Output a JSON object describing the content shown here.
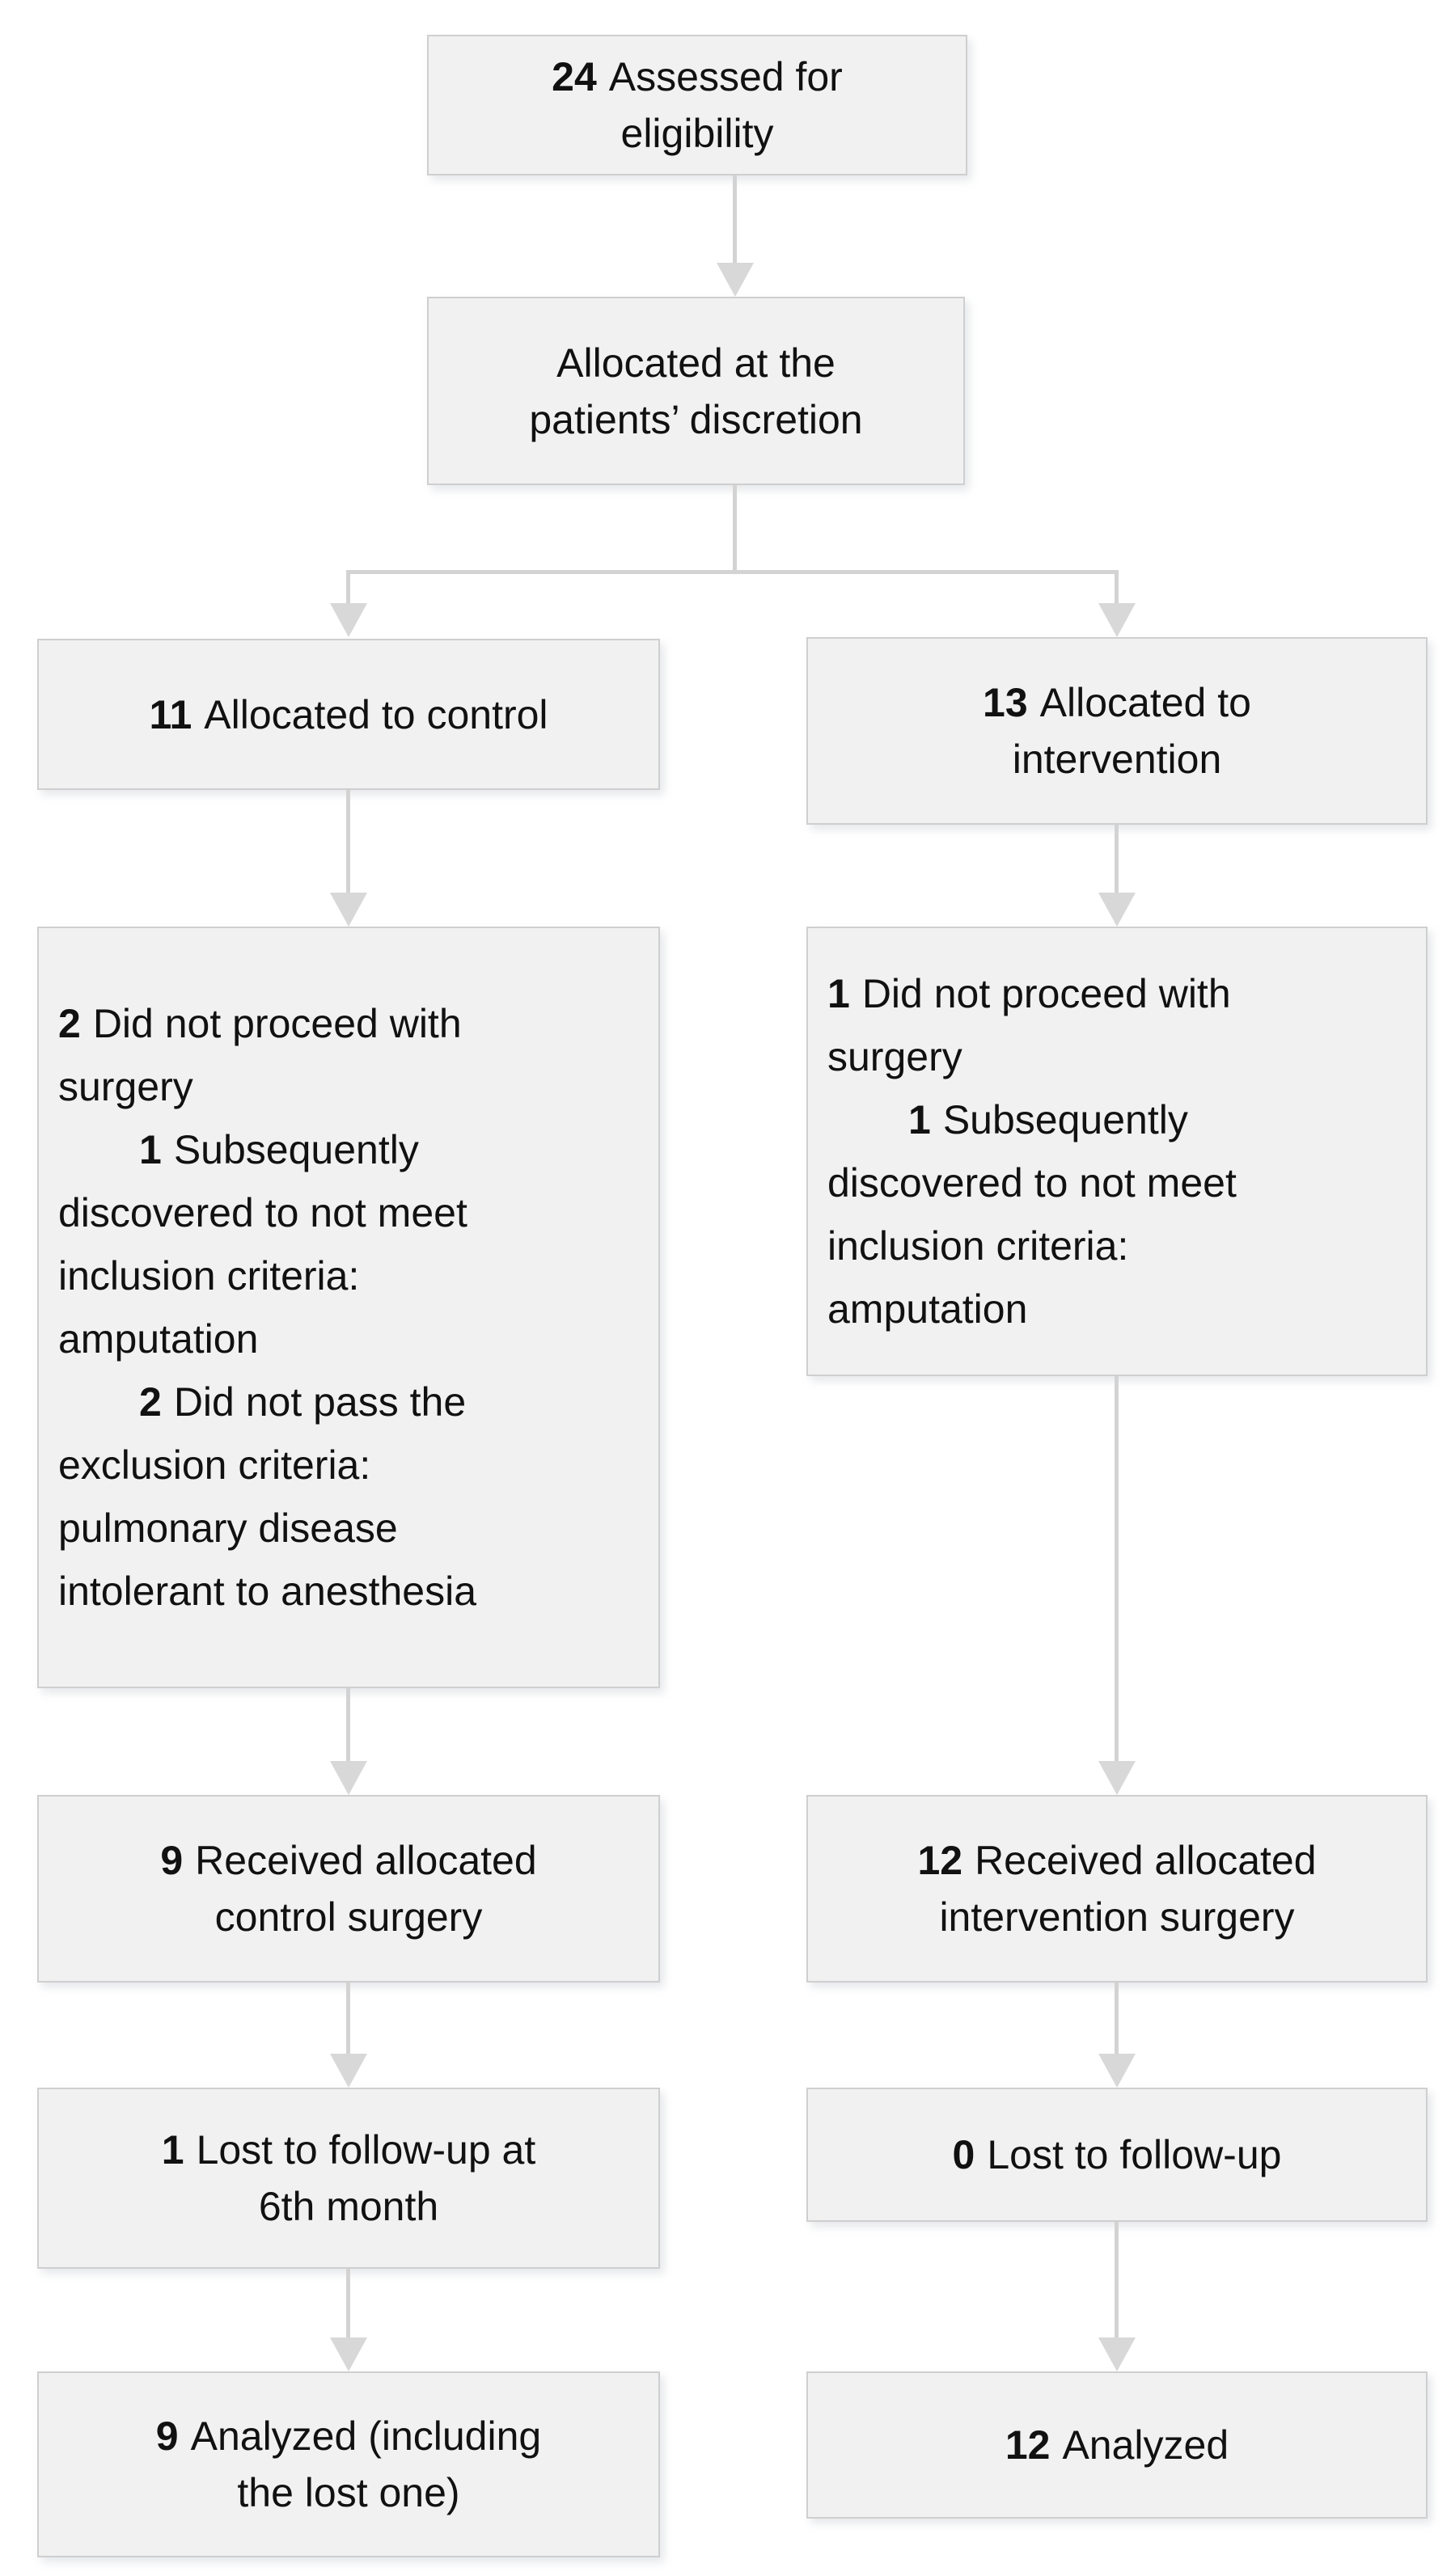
{
  "diagram": {
    "type": "consort-patient-flow",
    "colors": {
      "background": "#ffffff",
      "box_fill": "#f1f1f1",
      "box_border": "#cfcfcf",
      "arrow": "#d3d3d3",
      "arrowhead": "#d8d8d8",
      "text": "#111111"
    },
    "boxes": {
      "assessed": {
        "lines": [
          {
            "b": "24",
            "t": "Assessed for"
          },
          {
            "t": "eligibility"
          }
        ]
      },
      "discretion": {
        "lines": [
          {
            "t": "Allocated at the"
          },
          {
            "t": "patients’ discretion"
          }
        ]
      },
      "alloc_control": {
        "lines": [
          {
            "b": "11",
            "t": "Allocated to control"
          }
        ]
      },
      "alloc_intervention": {
        "lines": [
          {
            "b": "13",
            "t": "Allocated to"
          },
          {
            "t": "intervention"
          }
        ]
      },
      "excl_control": {
        "lines": [
          {
            "b": "2",
            "t": "Did not proceed with"
          },
          {
            "t": "surgery"
          },
          {
            "b": "1",
            "t": "Subsequently",
            "indent": true
          },
          {
            "t": "discovered to not meet"
          },
          {
            "t": "inclusion criteria:"
          },
          {
            "t": "amputation"
          },
          {
            "b": "2",
            "t": "Did not pass the",
            "indent": true
          },
          {
            "t": "exclusion criteria:"
          },
          {
            "t": "pulmonary disease"
          },
          {
            "t": "intolerant to anesthesia"
          }
        ]
      },
      "excl_intervention": {
        "lines": [
          {
            "b": "1",
            "t": "Did not proceed with"
          },
          {
            "t": "surgery"
          },
          {
            "b": "1",
            "t": "Subsequently",
            "indent": true
          },
          {
            "t": "discovered to not meet"
          },
          {
            "t": "inclusion criteria:"
          },
          {
            "t": "amputation"
          }
        ]
      },
      "received_control": {
        "lines": [
          {
            "b": "9",
            "t": "Received allocated"
          },
          {
            "t": "control surgery"
          }
        ]
      },
      "received_intervention": {
        "lines": [
          {
            "b": "12",
            "t": "Received allocated"
          },
          {
            "t": "intervention surgery"
          }
        ]
      },
      "lost_control": {
        "lines": [
          {
            "b": "1",
            "t": "Lost to follow-up at"
          },
          {
            "t": "6th month"
          }
        ]
      },
      "lost_intervention": {
        "lines": [
          {
            "b": "0",
            "t": "Lost to follow-up"
          }
        ]
      },
      "analyzed_control": {
        "lines": [
          {
            "b": "9",
            "t": "Analyzed (including"
          },
          {
            "t": "the lost one)"
          }
        ]
      },
      "analyzed_intervention": {
        "lines": [
          {
            "b": "12",
            "t": "Analyzed"
          }
        ]
      }
    }
  }
}
